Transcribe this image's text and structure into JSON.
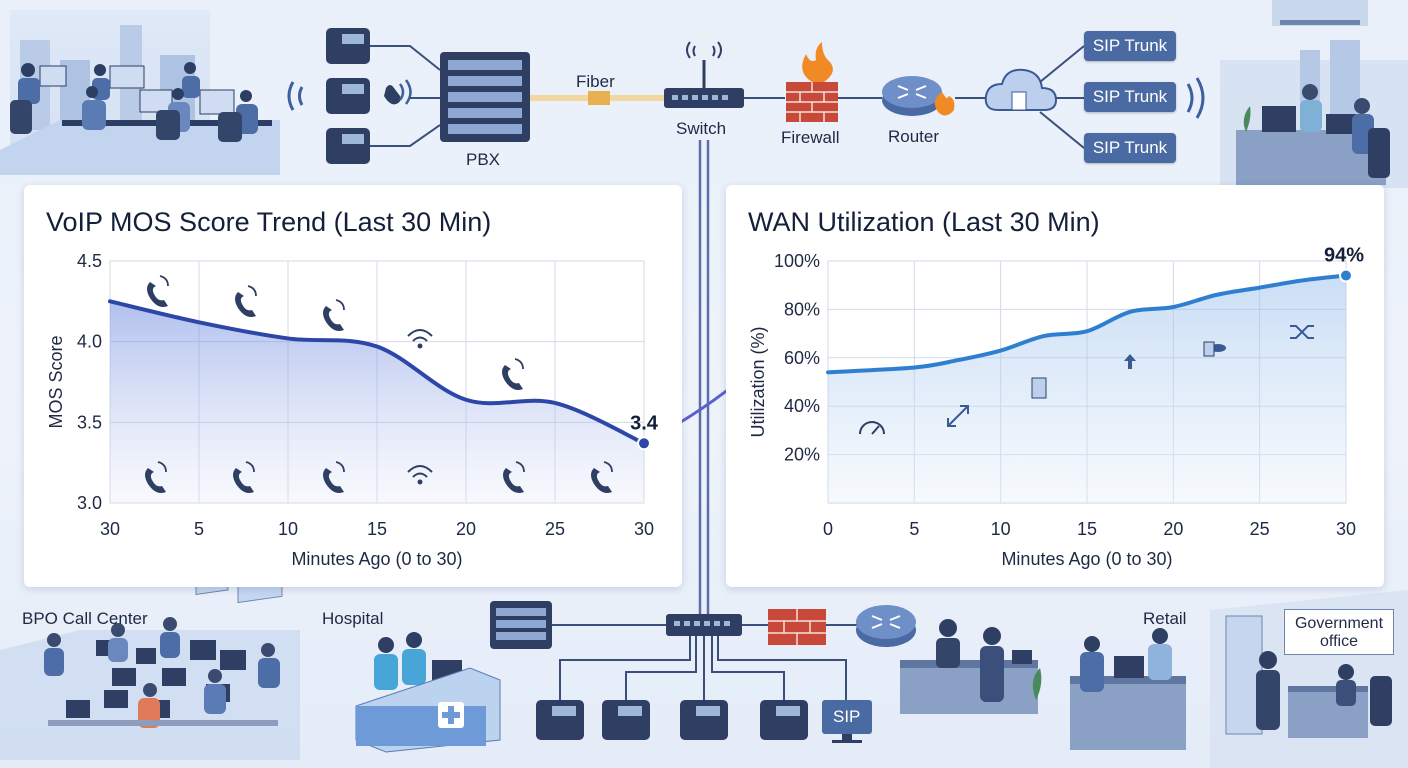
{
  "network": {
    "pbx_label": "PBX",
    "fiber_label": "Fiber",
    "switch_label": "Switch",
    "firewall_label": "Firewall",
    "router_label": "Router",
    "sip_trunks": [
      "SIP Trunk",
      "SIP Trunk",
      "SIP Trunk"
    ],
    "bottom_sip_label": "SIP"
  },
  "sites": {
    "bpo": "BPO Call Center",
    "hospital": "Hospital",
    "retail": "Retail",
    "government_line1": "Government",
    "government_line2": "office"
  },
  "icons": [
    "desk-phone-icon",
    "pbx-server-icon",
    "switch-icon",
    "firewall-icon",
    "router-icon",
    "cloud-icon",
    "handset-icon",
    "wifi-icon",
    "speedometer-icon",
    "transfer-icon",
    "shuffle-icon",
    "database-icon"
  ],
  "colors": {
    "accent": "#4a6aa3",
    "mos_line": "#2c47a8",
    "wan_line": "#2f7fd0",
    "firewall": "#c8483a",
    "flame": "#f08a24"
  },
  "mos_chart": {
    "title": "VoIP MOS Score Trend (Last 30 Min)",
    "xlabel": "Minutes Ago (0 to 30)",
    "ylabel": "MOS Score",
    "end_label": "3.4"
  },
  "wan_chart": {
    "title": "WAN Utilization (Last 30 Min)",
    "xlabel": "Minutes Ago (0 to 30)",
    "ylabel": "Utilization (%)",
    "end_label": "94%"
  },
  "chart_data": [
    {
      "type": "line",
      "title": "VoIP MOS Score Trend (Last 30 Min)",
      "xlabel": "Minutes Ago (0 to 30)",
      "ylabel": "MOS Score",
      "x_ticks": [
        "30",
        "5",
        "10",
        "15",
        "20",
        "25",
        "30"
      ],
      "y_ticks": [
        "3.0",
        "3.5",
        "4.0",
        "4.5"
      ],
      "ylim": [
        3.0,
        4.5
      ],
      "xlim": [
        0,
        30
      ],
      "grid": true,
      "points": [
        [
          0,
          4.25
        ],
        [
          5,
          4.12
        ],
        [
          10,
          4.02
        ],
        [
          15,
          3.97
        ],
        [
          20,
          3.64
        ],
        [
          25,
          3.62
        ],
        [
          30,
          3.37
        ]
      ]
    },
    {
      "type": "area",
      "title": "WAN Utilization (Last 30 Min)",
      "xlabel": "Minutes Ago (0 to 30)",
      "ylabel": "Utilization (%)",
      "x_ticks": [
        "0",
        "5",
        "10",
        "15",
        "20",
        "25",
        "30"
      ],
      "y_ticks": [
        "20%",
        "40%",
        "60%",
        "80%",
        "100%"
      ],
      "ylim": [
        0,
        100
      ],
      "xlim": [
        0,
        30
      ],
      "grid": true,
      "points": [
        [
          0,
          54
        ],
        [
          5,
          56
        ],
        [
          7.5,
          59
        ],
        [
          10,
          63
        ],
        [
          12.5,
          69
        ],
        [
          15,
          71
        ],
        [
          17.5,
          79
        ],
        [
          20,
          81
        ],
        [
          22.5,
          86
        ],
        [
          25,
          89
        ],
        [
          27.5,
          92
        ],
        [
          30,
          94
        ]
      ]
    }
  ]
}
